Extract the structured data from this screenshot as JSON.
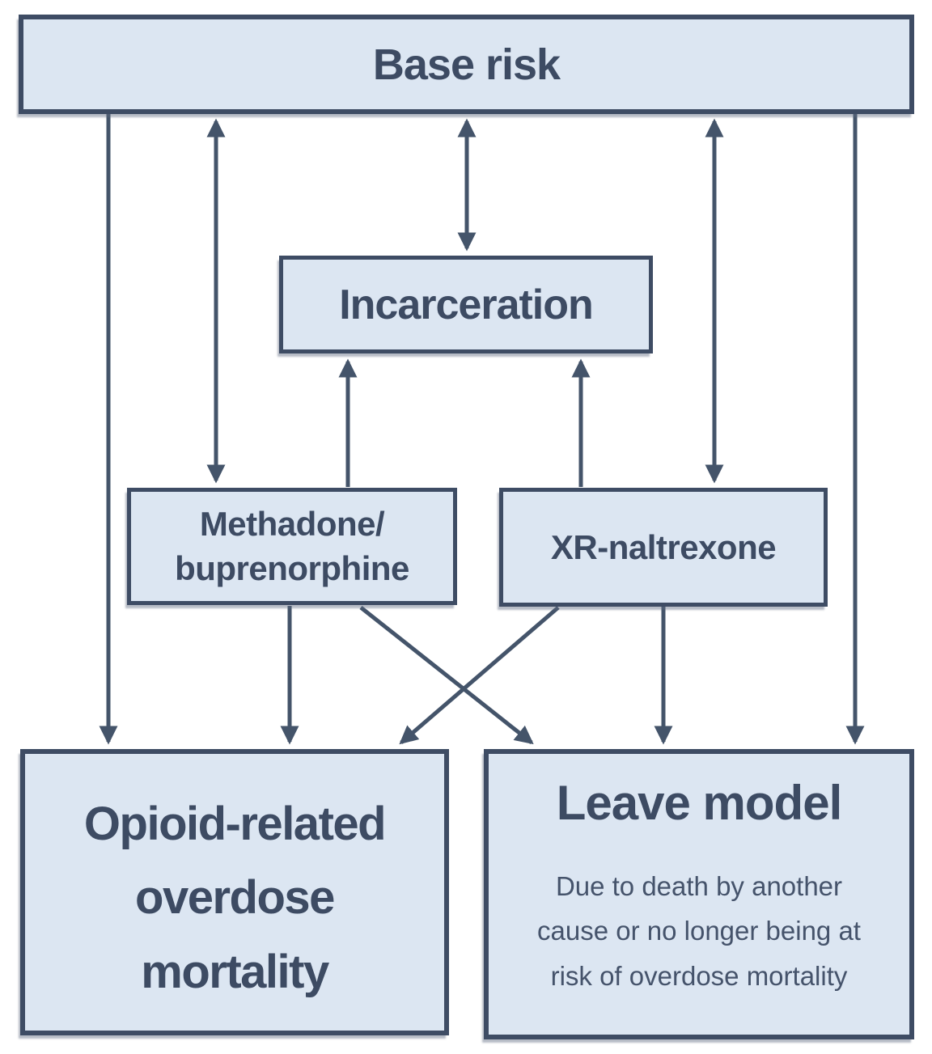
{
  "diagram": {
    "type": "flowchart",
    "background": "#ffffff",
    "colors": {
      "box_fill": "#dce6f2",
      "box_border": "#3e4c64",
      "arrow": "#44546a",
      "text": "#3d4b63"
    },
    "nodes": {
      "base_risk": {
        "label": "Base risk"
      },
      "incarceration": {
        "label": "Incarceration"
      },
      "methadone": {
        "lines": [
          "Methadone/",
          "buprenorphine"
        ]
      },
      "xr_naltrexone": {
        "label": "XR-naltrexone"
      },
      "overdose_mortality": {
        "lines": [
          "Opioid-related",
          "overdose",
          "mortality"
        ]
      },
      "leave_model": {
        "title": "Leave model",
        "description_lines": [
          "Due to death by another",
          "cause or no longer being at",
          "risk of overdose mortality"
        ]
      }
    },
    "edges": [
      {
        "from": "base_risk",
        "to": "overdose_mortality",
        "direction": "one-way"
      },
      {
        "from": "base_risk",
        "to": "methadone",
        "direction": "two-way"
      },
      {
        "from": "base_risk",
        "to": "incarceration",
        "direction": "two-way"
      },
      {
        "from": "base_risk",
        "to": "xr_naltrexone",
        "direction": "two-way"
      },
      {
        "from": "base_risk",
        "to": "leave_model",
        "direction": "one-way"
      },
      {
        "from": "methadone",
        "to": "incarceration",
        "direction": "one-way"
      },
      {
        "from": "xr_naltrexone",
        "to": "incarceration",
        "direction": "one-way"
      },
      {
        "from": "methadone",
        "to": "overdose_mortality",
        "direction": "one-way"
      },
      {
        "from": "methadone",
        "to": "leave_model",
        "direction": "one-way"
      },
      {
        "from": "xr_naltrexone",
        "to": "overdose_mortality",
        "direction": "one-way"
      },
      {
        "from": "xr_naltrexone",
        "to": "leave_model",
        "direction": "one-way"
      }
    ]
  }
}
